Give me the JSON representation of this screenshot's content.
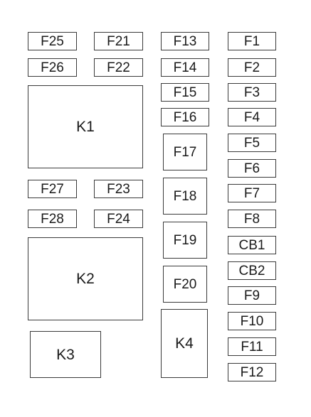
{
  "fuse_box": {
    "column_1": {
      "f25": "F25",
      "f26": "F26",
      "k1": "K1",
      "f27": "F27",
      "f28": "F28",
      "k2": "K2",
      "k3": "K3"
    },
    "column_2": {
      "f21": "F21",
      "f22": "F22",
      "f23": "F23",
      "f24": "F24"
    },
    "column_3": {
      "f13": "F13",
      "f14": "F14",
      "f15": "F15",
      "f16": "F16",
      "f17": "F17",
      "f18": "F18",
      "f19": "F19",
      "f20": "F20",
      "k4": "K4"
    },
    "column_4": {
      "f1": "F1",
      "f2": "F2",
      "f3": "F3",
      "f4": "F4",
      "f5": "F5",
      "f6": "F6",
      "f7": "F7",
      "f8": "F8",
      "cb1": "CB1",
      "cb2": "CB2",
      "f9": "F9",
      "f10": "F10",
      "f11": "F11",
      "f12": "F12"
    }
  },
  "colors": {
    "border": "#3a3a3a",
    "text": "#1a1a1a",
    "background": "#ffffff"
  }
}
